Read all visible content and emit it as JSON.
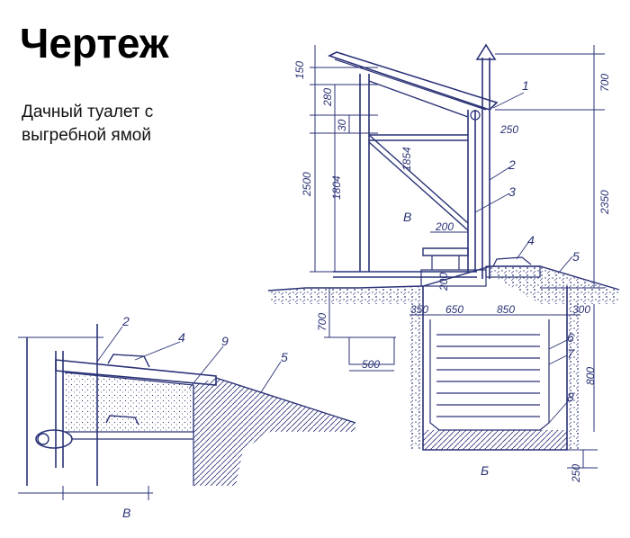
{
  "header": {
    "title": "Чертеж",
    "subtitle_line1": "Дачный туалет с",
    "subtitle_line2": "выгребной ямой"
  },
  "colors": {
    "ink": "#2a3276",
    "text": "#000000"
  },
  "diagram": {
    "main": {
      "dimensions": {
        "d150": "150",
        "d280": "280",
        "d30": "30",
        "d2500": "2500",
        "d1804": "1804",
        "d1854": "1854",
        "d700_top": "700",
        "d2350": "2350",
        "d250": "250",
        "d200": "200",
        "d700_bottom": "700",
        "d500": "500",
        "d350": "350",
        "d650": "650",
        "d850": "850",
        "d300": "300",
        "d800": "800",
        "d250_bottom": "250",
        "d200_small": "200"
      },
      "callouts": [
        "1",
        "2",
        "3",
        "4",
        "5",
        "6",
        "7",
        "8"
      ],
      "section_marks": {
        "v": "В",
        "b": "Б"
      }
    },
    "detail": {
      "callouts": [
        "2",
        "4",
        "9",
        "5"
      ],
      "section_mark": "В"
    }
  }
}
